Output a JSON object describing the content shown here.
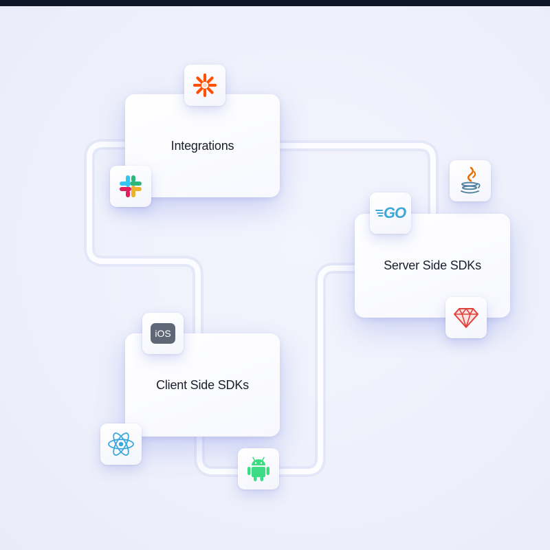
{
  "cards": {
    "integrations": {
      "label": "Integrations"
    },
    "server": {
      "label": "Server Side SDKs"
    },
    "client": {
      "label": "Client Side SDKs"
    }
  },
  "icons": {
    "zapier": "zapier-icon",
    "slack": "slack-icon",
    "java": "java-icon",
    "go": "go-icon",
    "ruby": "ruby-icon",
    "ios": "ios-icon",
    "react": "react-icon",
    "android": "android-icon"
  },
  "badges": {
    "ios": "iOS",
    "go": "GO"
  },
  "colors": {
    "background": "#eef0fb",
    "zapier": "#ff4f00",
    "slack_blue": "#36c5f0",
    "slack_green": "#2eb67d",
    "slack_yellow": "#ecb22e",
    "slack_red": "#e01e5a",
    "java_red": "#e76f00",
    "java_blue": "#5382a1",
    "go": "#3da7d8",
    "ruby": "#e0413b",
    "ios_badge": "#5f6675",
    "react": "#3aa7dc",
    "android": "#3ddc84"
  }
}
